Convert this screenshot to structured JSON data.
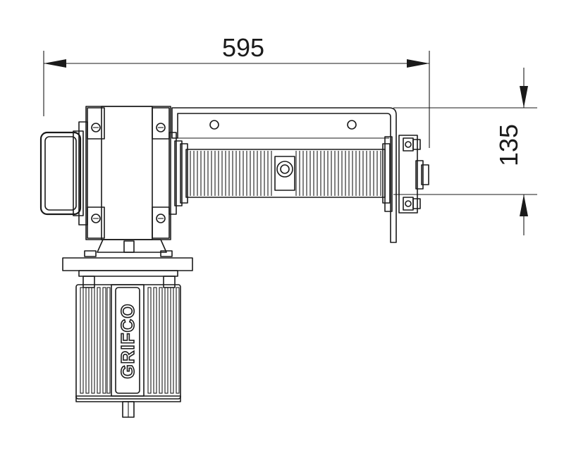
{
  "drawing": {
    "dimension_width": "595",
    "dimension_height": "135",
    "brand_logo": "GRIFCO",
    "line_color": "#1a1a1a",
    "background": "#ffffff"
  }
}
